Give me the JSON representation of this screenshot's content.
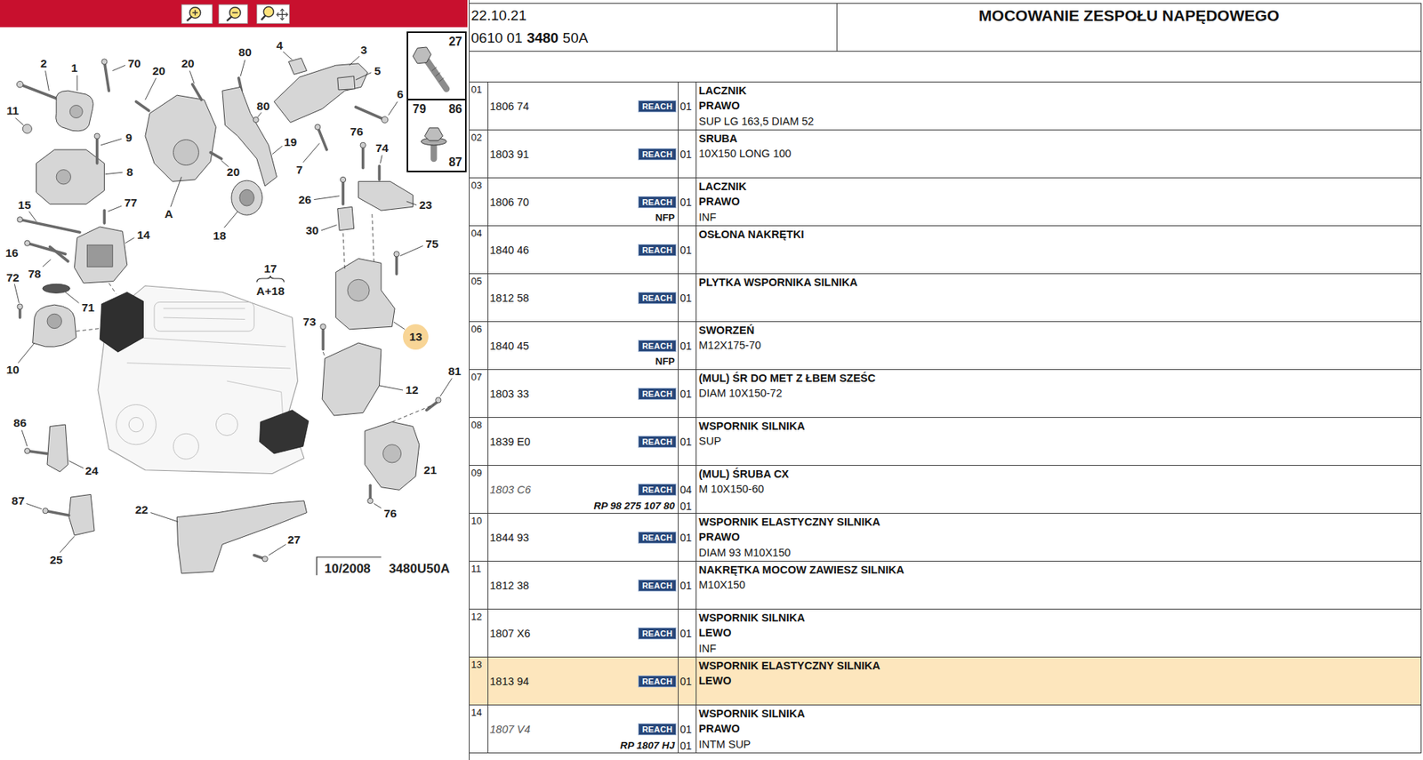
{
  "diagram": {
    "title": "MOCOWANIE ZESPOŁU NAPĘDOWEGO",
    "nodes": [
      {
        "text": [
          "27"
        ]
      },
      {
        "text": [
          "79",
          "86",
          "87"
        ]
      },
      {
        "text": [
          "13"
        ]
      }
    ],
    "labels": [
      "22.10.21",
      "0610 01",
      "3480",
      "50A",
      "01",
      "1806 74",
      "REACH",
      "01",
      "LACZNIK",
      "PRAWO",
      "SUP LG 163,5 DIAM 52",
      "02",
      "1803 91",
      "REACH",
      "01",
      "SRUBA",
      "10X150 LONG 100",
      "03",
      "1806 70",
      "REACH",
      "NFP",
      "01",
      "LACZNIK",
      "PRAWO",
      "INF",
      "04",
      "1840 46",
      "REACH",
      "01",
      "OSŁONA NAKRĘTKI",
      "05",
      "1812 58",
      "REACH",
      "01",
      "PLYTKA WSPORNIKA SILNIKA",
      "06",
      "1840 45",
      "REACH",
      "NFP",
      "01",
      "SWORZEŃ",
      "M12X175-70",
      "07",
      "1803 33",
      "REACH",
      "01",
      "(MUL) ŚR DO MET Z ŁBEM SZEŚC",
      "DIAM 10X150-72",
      "08",
      "1839 E0",
      "REACH",
      "01",
      "WSPORNIK SILNIKA",
      "SUP",
      "09",
      "1803 C6",
      "REACH",
      "04",
      "(MUL) ŚRUBA CX",
      "M 10X150-60",
      "RP 98 275 107 80",
      "01",
      "10",
      "1844 93",
      "REACH",
      "01",
      "WSPORNIK ELASTYCZNY SILNIKA",
      "PRAWO",
      "DIAM 93 M10X150",
      "11",
      "1812 38",
      "REACH",
      "01",
      "NAKRĘTKA MOCOW ZAWIESZ SILNIKA",
      "M10X150",
      "12",
      "1807 X6",
      "REACH",
      "01",
      "WSPORNIK SILNIKA",
      "LEWO",
      "INF",
      "13",
      "1813 94",
      "REACH",
      "01",
      "WSPORNIK ELASTYCZNY SILNIKA",
      "LEWO",
      "14",
      "1807 V4",
      "REACH",
      "01",
      "WSPORNIK SILNIKA",
      "PRAWO",
      "INTM SUP",
      "RP 1807 HJ",
      "01",
      "2",
      "1",
      "70",
      "20",
      "20",
      "80",
      "4",
      "3",
      "5",
      "11",
      "80",
      "6",
      "9",
      "76",
      "19",
      "74",
      "7",
      "8",
      "20",
      "77",
      "26",
      "15",
      "23",
      "A",
      "30",
      "14",
      "18",
      "75",
      "16",
      "17",
      "A+18",
      "78",
      "72",
      "71",
      "73",
      "10",
      "81",
      "12",
      "86",
      "24",
      "21",
      "87",
      "22",
      "76",
      "27",
      "25",
      "10/2008",
      "3480U50A"
    ]
  }
}
